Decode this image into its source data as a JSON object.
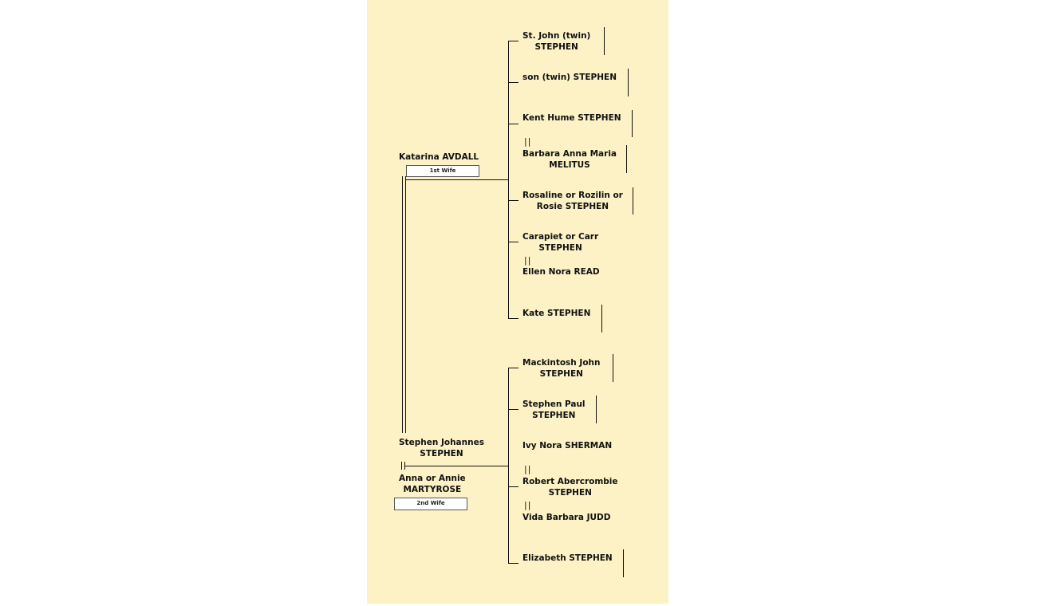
{
  "parents": {
    "first_wife": {
      "name": [
        "Katarina AVDALL"
      ],
      "label": "1st Wife"
    },
    "husband": {
      "name": [
        "Stephen Johannes",
        "STEPHEN"
      ]
    },
    "second_wife": {
      "name": [
        "Anna or Annie",
        "MARTYROSE"
      ],
      "label": "2nd Wife"
    }
  },
  "marriage_mark": "||",
  "first_family": [
    {
      "name": [
        "St. John (twin)",
        "STEPHEN"
      ]
    },
    {
      "name": [
        "son (twin) STEPHEN"
      ]
    },
    {
      "name": [
        "Kent Hume STEPHEN"
      ]
    },
    {
      "name": [
        "Barbara Anna Maria",
        "MELITUS"
      ]
    },
    {
      "name": [
        "Rosaline or Rozilin or",
        "Rosie STEPHEN"
      ]
    },
    {
      "name": [
        "Carapiet or Carr",
        "STEPHEN"
      ]
    },
    {
      "name": [
        "Ellen Nora READ"
      ]
    },
    {
      "name": [
        "Kate STEPHEN"
      ]
    }
  ],
  "second_family": [
    {
      "name": [
        "Mackintosh John",
        "STEPHEN"
      ]
    },
    {
      "name": [
        "Stephen Paul",
        "STEPHEN"
      ]
    },
    {
      "name": [
        "Ivy Nora SHERMAN"
      ]
    },
    {
      "name": [
        "Robert Abercrombie",
        "STEPHEN"
      ]
    },
    {
      "name": [
        "Vida Barbara JUDD"
      ]
    },
    {
      "name": [
        "Elizabeth STEPHEN"
      ]
    }
  ]
}
